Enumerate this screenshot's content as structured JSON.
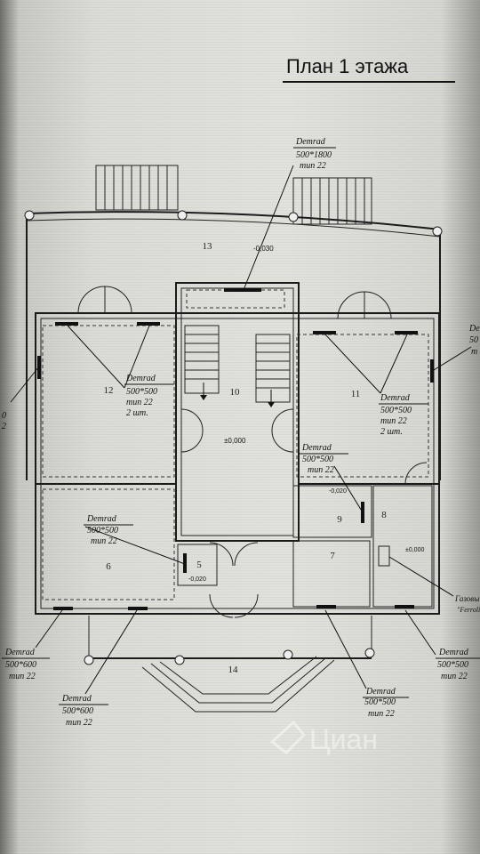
{
  "title": "План 1 этажа",
  "rooms": [
    "13",
    "12",
    "11",
    "10",
    "6",
    "5",
    "9",
    "8",
    "7",
    "14"
  ],
  "levels": {
    "terrace": "-0,030",
    "hall": "±0,000",
    "bath_a": "-0,020",
    "bath_b": "-0,020",
    "boiler": "±0,000"
  },
  "radiators": {
    "top": {
      "brand": "Demrad",
      "size": "500*1800",
      "type": "тип 22"
    },
    "room12": {
      "brand": "Demrad",
      "size": "500*500",
      "type": "тип 22",
      "count": "2 шт."
    },
    "room11": {
      "brand": "Demrad",
      "size": "500*500",
      "type": "тип 22",
      "count": "2 шт."
    },
    "mid": {
      "brand": "Demrad",
      "size": "500*500",
      "type": "тип 22"
    },
    "room6": {
      "brand": "Demrad",
      "size": "500*500",
      "type": "тип 22"
    },
    "left_partial": {
      "frag1": "0",
      "frag2": "2"
    },
    "right_partial": {
      "brand": "De",
      "size": "50",
      "type": "т"
    },
    "bottom_left": {
      "brand": "Demrad",
      "size": "500*600",
      "type": "тип 22"
    },
    "bottom_left2": {
      "brand": "Demrad",
      "size": "500*600",
      "type": "тип 22"
    },
    "bottom_mid": {
      "brand": "Demrad",
      "size": "500*500",
      "type": "тип 22"
    },
    "bottom_right": {
      "brand": "Demrad",
      "size": "500*500",
      "type": "тип 22"
    }
  },
  "boiler_label": {
    "line1": "Газовы",
    "line2": "\"Ferroli\""
  },
  "watermark": "Циан"
}
